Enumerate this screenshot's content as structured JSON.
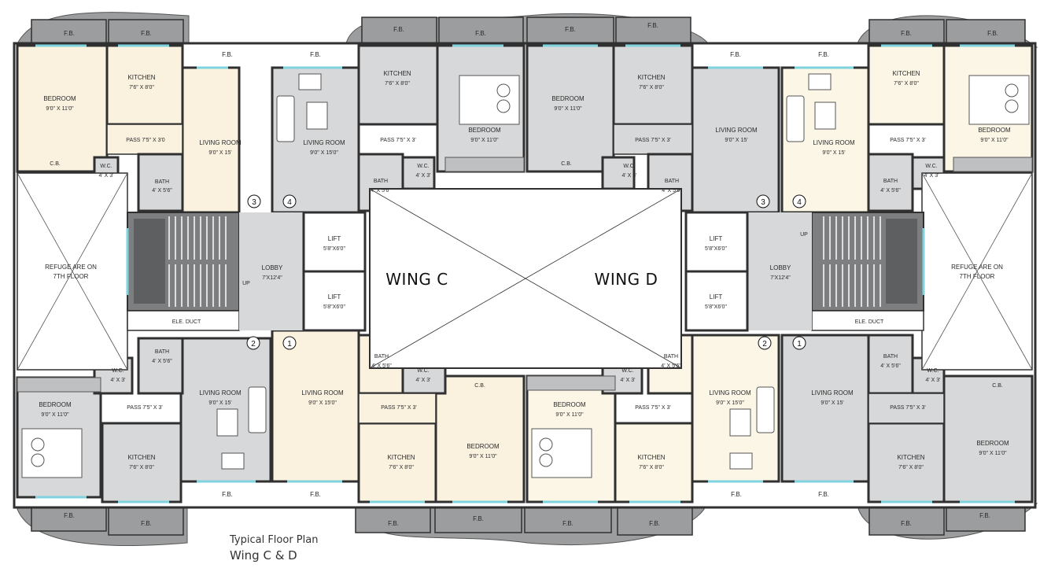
{
  "colors": {
    "grey_room": "#d7d8d9",
    "cream_room": "#faf1df",
    "cream_room_2": "#fcf6e6",
    "balcony": "#9c9d9e",
    "wall": "#303030",
    "window": "#7fd3df"
  },
  "wings": {
    "c": "WING C",
    "d": "WING D"
  },
  "caption": {
    "line1": "Typical Floor Plan",
    "line2": "Wing C & D"
  },
  "labels": {
    "fb": "F.B.",
    "cb": "C.B.",
    "lift": "LIFT",
    "lift_size": "5'8\"X6'0\"",
    "lobby": "LOBBY",
    "lobby_size": "7'X12'4\"",
    "refuge_1": "REFUGE ARE ON",
    "refuge_2": "7TH FLOOR",
    "ele_duct": "ELE. DUCT",
    "up": "UP",
    "kitchen": "KITCHEN",
    "kitchen_size": "7'6\" X 8'0\"",
    "bedroom": "BEDROOM",
    "bedroom_size": "9'0\" X 11'0\"",
    "living": "LIVING ROOM",
    "living_size_a": "9'0\" X 15'",
    "living_size_b": "9'0\" X 15'0\"",
    "pass_a": "PASS 7'5\" X 3'",
    "pass_b": "PASS 7'5\" X 3'0",
    "wc": "W.C.",
    "wc_size": "4' X 3'",
    "bath": "BATH",
    "bath_size": "4' X 5'6\"",
    "n1": "1",
    "n2": "2",
    "n3": "3",
    "n4": "4"
  }
}
